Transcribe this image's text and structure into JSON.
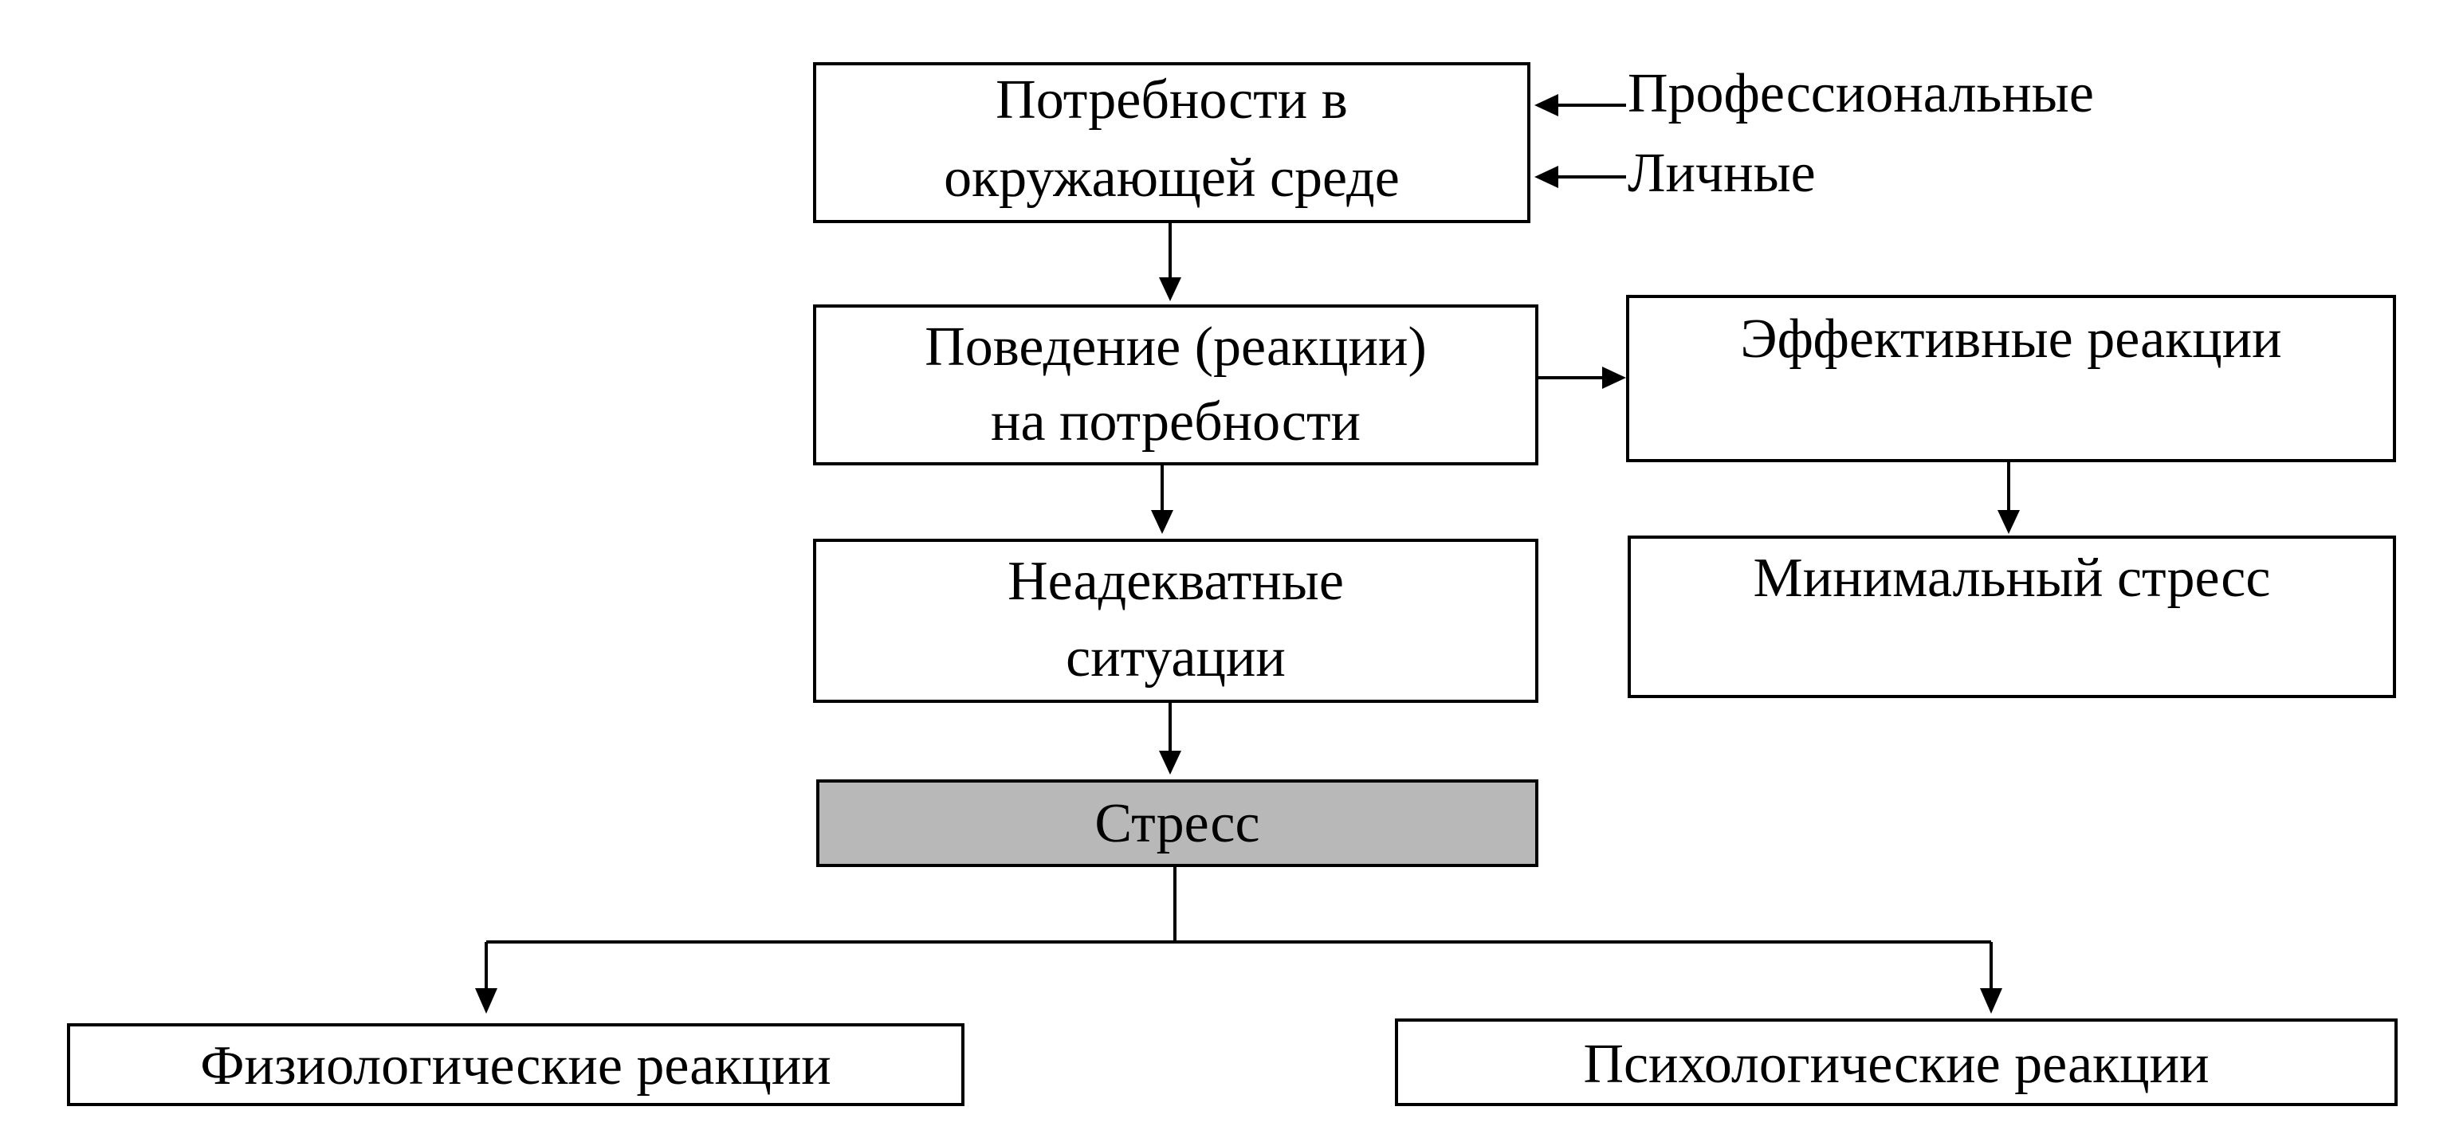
{
  "nodes": {
    "needs": {
      "lines": [
        "Потребности в",
        "окружающей среде"
      ]
    },
    "behavior": {
      "lines": [
        "Поведение (реакции)",
        "на потребности"
      ]
    },
    "effective": {
      "lines": [
        "Эффективные реакции"
      ]
    },
    "inadequate": {
      "lines": [
        "Неадекватные",
        "ситуации"
      ]
    },
    "minimal_stress": {
      "lines": [
        "Минимальный стресс"
      ]
    },
    "stress": {
      "lines": [
        "Стресс"
      ]
    },
    "physiological": {
      "lines": [
        "Физиологические реакции"
      ]
    },
    "psychological": {
      "lines": [
        "Психологические реакции"
      ]
    }
  },
  "inputs": {
    "professional": "Профессиональные",
    "personal": "Личные"
  },
  "style": {
    "stroke": "#000000",
    "stress_fill": "#b8b8b8",
    "background": "#ffffff"
  }
}
